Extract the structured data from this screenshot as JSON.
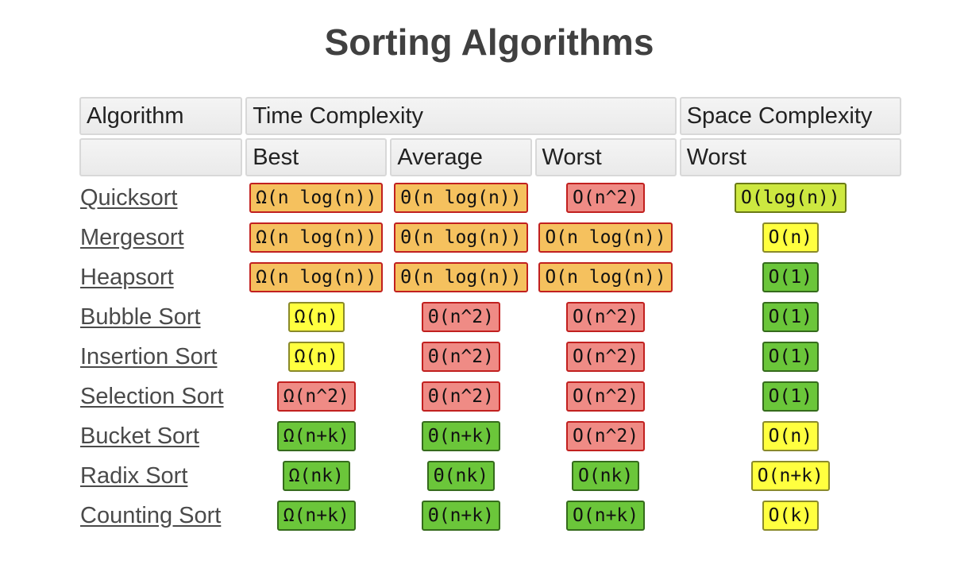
{
  "page": {
    "title": "Sorting Algorithms"
  },
  "headers": {
    "algorithm": "Algorithm",
    "time_complexity": "Time Complexity",
    "space_complexity": "Space Complexity",
    "best": "Best",
    "average": "Average",
    "worst": "Worst",
    "space_worst": "Worst"
  },
  "colors": {
    "orange": "#f5c15e",
    "red": "#ef8b85",
    "yellow": "#ffff3f",
    "green": "#6bc63a",
    "lime": "#cde840"
  },
  "rows": [
    {
      "name": "Quicksort",
      "best": {
        "text": "Ω(n log(n))",
        "color": "orange"
      },
      "average": {
        "text": "Θ(n log(n))",
        "color": "orange"
      },
      "worst": {
        "text": "O(n^2)",
        "color": "red"
      },
      "space": {
        "text": "O(log(n))",
        "color": "lime"
      }
    },
    {
      "name": "Mergesort",
      "best": {
        "text": "Ω(n log(n))",
        "color": "orange"
      },
      "average": {
        "text": "Θ(n log(n))",
        "color": "orange"
      },
      "worst": {
        "text": "O(n log(n))",
        "color": "orange"
      },
      "space": {
        "text": "O(n)",
        "color": "yellow"
      }
    },
    {
      "name": "Heapsort",
      "best": {
        "text": "Ω(n log(n))",
        "color": "orange"
      },
      "average": {
        "text": "Θ(n log(n))",
        "color": "orange"
      },
      "worst": {
        "text": "O(n log(n))",
        "color": "orange"
      },
      "space": {
        "text": "O(1)",
        "color": "green"
      }
    },
    {
      "name": "Bubble Sort",
      "best": {
        "text": "Ω(n)",
        "color": "yellow"
      },
      "average": {
        "text": "Θ(n^2)",
        "color": "red"
      },
      "worst": {
        "text": "O(n^2)",
        "color": "red"
      },
      "space": {
        "text": "O(1)",
        "color": "green"
      }
    },
    {
      "name": "Insertion Sort",
      "best": {
        "text": "Ω(n)",
        "color": "yellow"
      },
      "average": {
        "text": "Θ(n^2)",
        "color": "red"
      },
      "worst": {
        "text": "O(n^2)",
        "color": "red"
      },
      "space": {
        "text": "O(1)",
        "color": "green"
      }
    },
    {
      "name": "Selection Sort",
      "best": {
        "text": "Ω(n^2)",
        "color": "red"
      },
      "average": {
        "text": "Θ(n^2)",
        "color": "red"
      },
      "worst": {
        "text": "O(n^2)",
        "color": "red"
      },
      "space": {
        "text": "O(1)",
        "color": "green"
      }
    },
    {
      "name": "Bucket Sort",
      "best": {
        "text": "Ω(n+k)",
        "color": "green"
      },
      "average": {
        "text": "Θ(n+k)",
        "color": "green"
      },
      "worst": {
        "text": "O(n^2)",
        "color": "red"
      },
      "space": {
        "text": "O(n)",
        "color": "yellow"
      }
    },
    {
      "name": "Radix Sort",
      "best": {
        "text": "Ω(nk)",
        "color": "green"
      },
      "average": {
        "text": "Θ(nk)",
        "color": "green"
      },
      "worst": {
        "text": "O(nk)",
        "color": "green"
      },
      "space": {
        "text": "O(n+k)",
        "color": "yellow"
      }
    },
    {
      "name": "Counting Sort",
      "best": {
        "text": "Ω(n+k)",
        "color": "green"
      },
      "average": {
        "text": "Θ(n+k)",
        "color": "green"
      },
      "worst": {
        "text": "O(n+k)",
        "color": "green"
      },
      "space": {
        "text": "O(k)",
        "color": "yellow"
      }
    }
  ]
}
